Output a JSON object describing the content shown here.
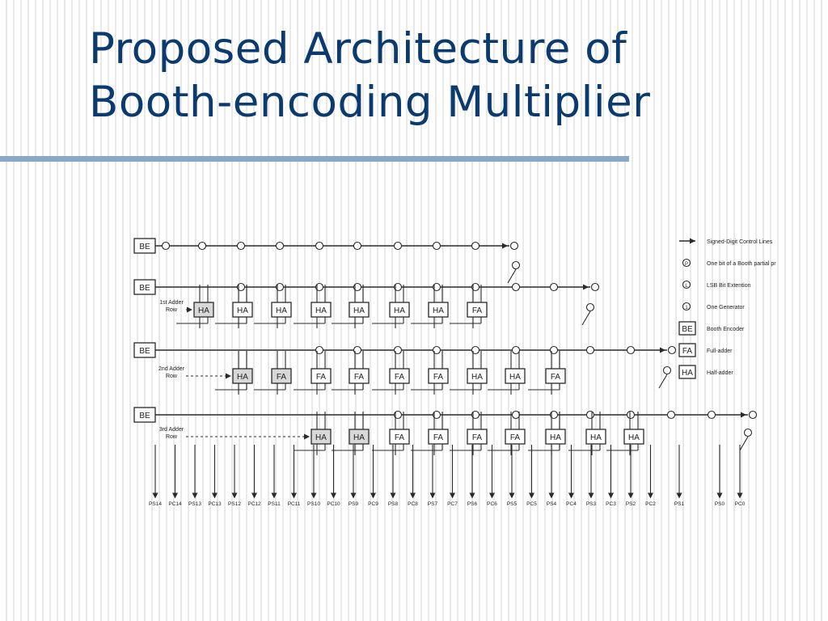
{
  "slide": {
    "title_line1": "Proposed Architecture of",
    "title_line2": "Booth-encoding Multiplier"
  },
  "diagram": {
    "encoder_label": "BE",
    "full_adder_label": "FA",
    "half_adder_label": "HA",
    "row_labels": [
      "1st Adder Row",
      "2nd Adder Row",
      "3rd Adder Row"
    ],
    "legend": [
      {
        "symbol": "",
        "text": "Signed-Digit Control Lines"
      },
      {
        "symbol": "P",
        "text": "One bit of a Booth partial product"
      },
      {
        "symbol": "L",
        "text": "LSB Bit Extention"
      },
      {
        "symbol": "1",
        "text": "One Generator"
      },
      {
        "symbol": "BE",
        "text": "Booth Encoder"
      },
      {
        "symbol": "FA",
        "text": "Full-adder"
      },
      {
        "symbol": "HA",
        "text": "Half-adder"
      }
    ],
    "outputs": [
      "PS14",
      "PC14",
      "PS13",
      "PC13",
      "PS12",
      "PC12",
      "PS11",
      "PC11",
      "PS10",
      "PC10",
      "PS9",
      "PC9",
      "PS8",
      "PC8",
      "PS7",
      "PC7",
      "PS6",
      "PC6",
      "PS5",
      "PC5",
      "PS4",
      "PC4",
      "PS3",
      "PC3",
      "PS2",
      "PC2",
      "PS1",
      "PS0",
      "PC0"
    ],
    "colors": {
      "ink": "#2a2a2a",
      "title": "#0b3a6e",
      "rule": "#8aa9c8"
    }
  }
}
